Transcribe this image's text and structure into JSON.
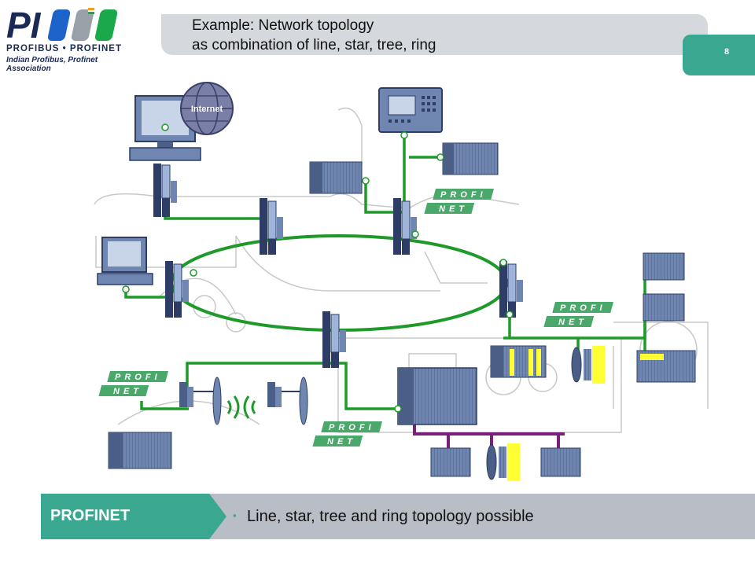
{
  "logo": {
    "line1": "PROFIBUS • PROFINET",
    "line2": "Indian Profibus, Profinet Association"
  },
  "header": {
    "title_line1": "Example: Network topology",
    "title_line2": "as combination of line, star, tree, ring",
    "page_number": "8"
  },
  "diagram": {
    "internet_label": "Internet",
    "profinet_badges": [
      {
        "top": "PROFI",
        "bottom": "NET"
      },
      {
        "top": "PROFI",
        "bottom": "NET"
      },
      {
        "top": "PROFI",
        "bottom": "NET"
      },
      {
        "top": "PROFI",
        "bottom": "NET"
      }
    ],
    "colors": {
      "ethernet": "#1f9a2a",
      "profibus": "#7a1f7a",
      "device": "#6f86b0",
      "badge": "#4aa86a",
      "yellow_module": "#ffff33"
    }
  },
  "footer": {
    "label": "PROFINET",
    "bullet": "▪",
    "text": "Line, star, tree and ring topology possible"
  }
}
